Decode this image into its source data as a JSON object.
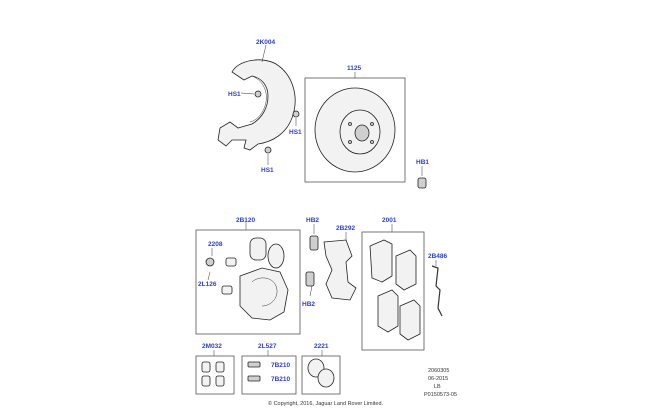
{
  "callouts": {
    "shield": "2K004",
    "hs1_top": "HS1",
    "hs1_mid": "HS1",
    "hs1_bottom": "HS1",
    "disc": "1125",
    "hb1": "HB1",
    "caliper_kit": "2B120",
    "piston": "2208",
    "bleed": "2L126",
    "hb2_top": "HB2",
    "carrier": "2B292",
    "hb2_bottom": "HB2",
    "pads": "2001",
    "wear_sensor": "2B486",
    "pin_kit": "2M032",
    "guide_kit": "2L527",
    "bolt_a": "7B210",
    "bolt_b": "7B210",
    "seal_kit": "2221"
  },
  "meta": {
    "code": "2060305",
    "date": "06-2015",
    "region": "LB",
    "ref": "P0150573-05"
  },
  "copyright": "© Copyright, 2016, Jaguar Land Rover Limited."
}
